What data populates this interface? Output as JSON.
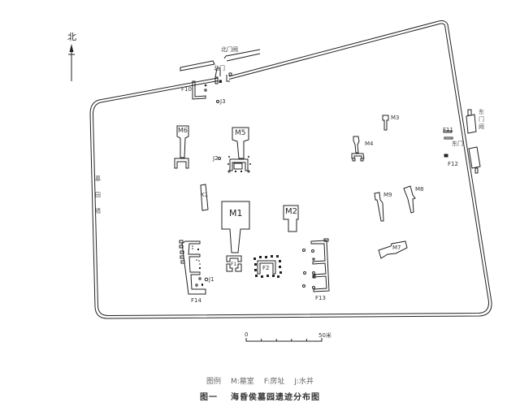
{
  "north": {
    "label": "北"
  },
  "gates": {
    "north_gate": "北门",
    "north_gate_tower": "北门阙",
    "east_gate": "东门",
    "east_gate_tower": "东门阙"
  },
  "wall": {
    "label_chars": [
      "墓",
      "园",
      "墙"
    ]
  },
  "tombs": {
    "M1": "M1",
    "M2": "M2",
    "M3": "M3",
    "M4": "M4",
    "M5": "M5",
    "M6": "M6",
    "M7": "M7",
    "M8": "M8",
    "M9": "M9"
  },
  "houses": {
    "F1": "F1",
    "F2": "F2",
    "F10": "F10",
    "F11": "F11",
    "F12": "F12",
    "F13": "F13",
    "F14": "F14"
  },
  "wells": {
    "J1": "J1",
    "J2": "J2",
    "J3": "J3"
  },
  "pits": {
    "K1": "K1"
  },
  "scale": {
    "start": "0",
    "end": "50米",
    "ticks": 6
  },
  "legend": {
    "title": "图例",
    "items": [
      "M:墓室",
      "F:房址",
      "J:水井"
    ]
  },
  "figure": {
    "number": "图一",
    "title": "海昏侯墓园遗迹分布图"
  },
  "colors": {
    "line": "#222222",
    "background": "#ffffff"
  }
}
